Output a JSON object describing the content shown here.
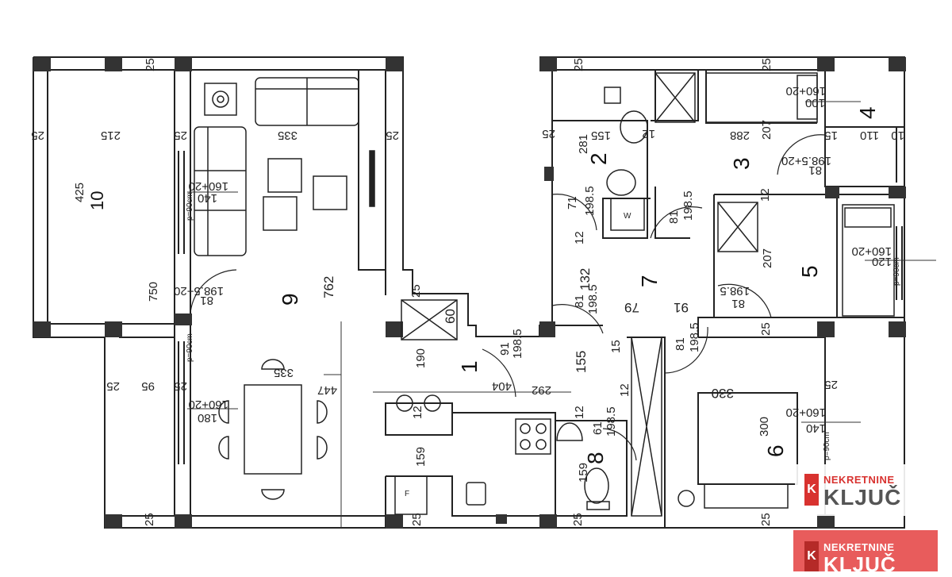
{
  "rooms": {
    "r1": "1",
    "r2": "2",
    "r3": "3",
    "r4": "4",
    "r5": "5",
    "r6": "6",
    "r7": "7",
    "r8": "8",
    "r9": "9",
    "r10": "10"
  },
  "dimensions": {
    "d425": "425",
    "d215": "215",
    "d25": "25",
    "d750": "750",
    "d95": "95",
    "d335": "335",
    "d762": "762",
    "d447": "447",
    "d190": "190",
    "d159": "159",
    "d60": "60",
    "d12": "12",
    "d155": "155",
    "d281": "281",
    "d288": "288",
    "d207": "207",
    "d110": "110",
    "d132": "132",
    "d79": "79",
    "d91": "91",
    "d81": "81",
    "d71": "71",
    "d61": "61",
    "d404": "404",
    "d292": "292",
    "d330": "330",
    "d300": "300",
    "d15": "15",
    "d100": "100",
    "d120": "120",
    "d140": "140",
    "d180": "180"
  },
  "labels": {
    "door_198_5_20": "198.5+20",
    "door_198_5": "198.5",
    "win_160_20": "160+20",
    "p90": "p=90cm",
    "fridge": "F",
    "washer": "W"
  },
  "logo": {
    "top": "NEKRETNINE",
    "bottom": "KLJUČ",
    "mark": "K"
  },
  "colors": {
    "wall": "#222222",
    "brand_red": "#d8322f",
    "logo_bg": "#e85c5c"
  }
}
